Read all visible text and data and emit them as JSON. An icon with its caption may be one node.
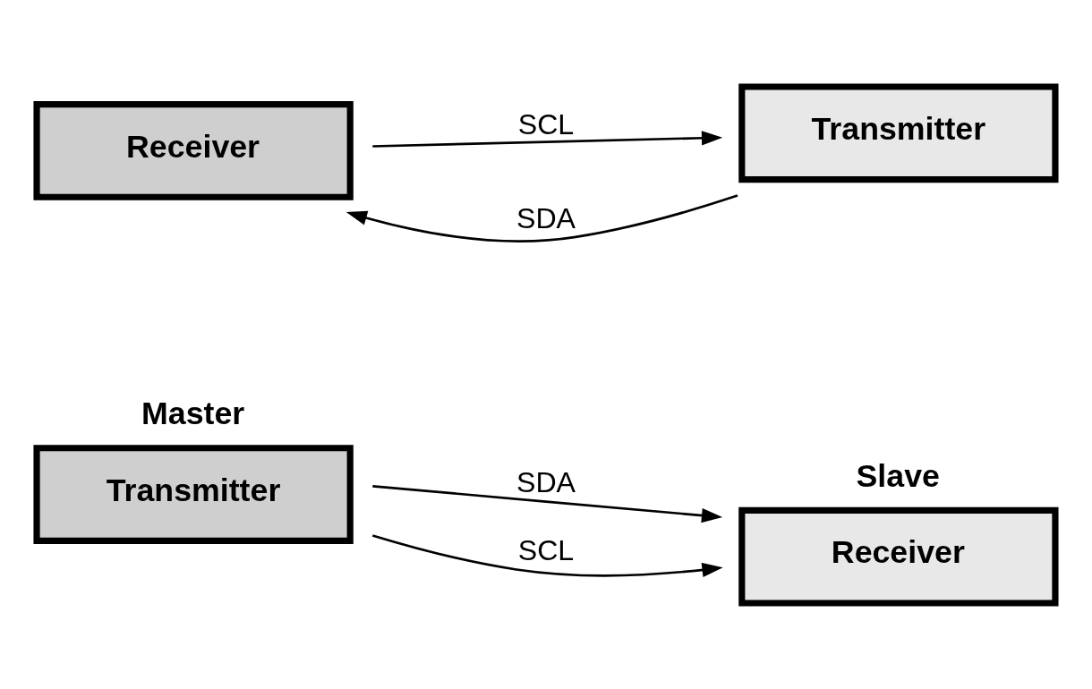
{
  "diagram": {
    "nodes": [
      {
        "text": [
          "Master",
          "Transmitter"
        ]
      },
      {
        "text": [
          "Slave",
          "Receiver"
        ]
      },
      {
        "text": [
          "Receiver"
        ]
      },
      {
        "text": [
          "Transmitter"
        ]
      }
    ],
    "edges": [
      {
        "from": 0,
        "to": 1,
        "arrow": "to",
        "label": "SDA"
      },
      {
        "from": 0,
        "to": 1,
        "arrow": "to",
        "label": "SCL"
      },
      {
        "from": 3,
        "to": 2,
        "arrow": "to",
        "label": "SDA"
      },
      {
        "from": 2,
        "to": 3,
        "arrow": "to",
        "label": "SCL"
      }
    ]
  }
}
